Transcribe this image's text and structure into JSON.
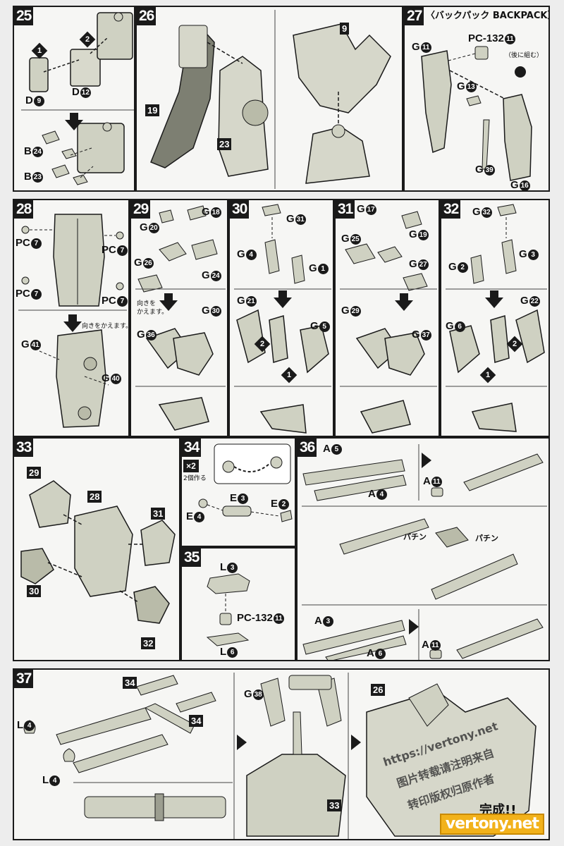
{
  "step25": {
    "num": "25",
    "d9": "D",
    "d9n": "9",
    "d12": "D",
    "d12n": "12",
    "b24": "B",
    "b24n": "24",
    "b23": "B",
    "b23n": "23",
    "o1": "1",
    "o2": "2"
  },
  "step26": {
    "num": "26",
    "r19": "19",
    "r23": "23",
    "r9": "9"
  },
  "step27": {
    "num": "27",
    "header": "〈バックパック BACKPACK〉",
    "g11": "G",
    "g11n": "11",
    "pc": "PC-132",
    "pcn": "11",
    "note": "（後に組む）",
    "g13": "G",
    "g13n": "13",
    "g39": "G",
    "g39n": "39",
    "g16": "G",
    "g16n": "16"
  },
  "step28": {
    "num": "28",
    "pc": "PC",
    "pcn": "7",
    "note": "向きをかえます。",
    "g41": "G",
    "g41n": "41",
    "g40": "G",
    "g40n": "40"
  },
  "step29": {
    "num": "29",
    "g18": "G",
    "g18n": "18",
    "g20": "G",
    "g20n": "20",
    "g26": "G",
    "g26n": "26",
    "g24": "G",
    "g24n": "24",
    "g30": "G",
    "g30n": "30",
    "note1": "向きを",
    "note2": "かえます。",
    "g36": "G",
    "g36n": "36"
  },
  "step30": {
    "num": "30",
    "g31": "G",
    "g31n": "31",
    "g4": "G",
    "g4n": "4",
    "g1": "G",
    "g1n": "1",
    "g21": "G",
    "g21n": "21",
    "g5": "G",
    "g5n": "5",
    "o1": "1",
    "o2": "2"
  },
  "step31": {
    "num": "31",
    "g17": "G",
    "g17n": "17",
    "g19": "G",
    "g19n": "19",
    "g25": "G",
    "g25n": "25",
    "g27": "G",
    "g27n": "27",
    "g29": "G",
    "g29n": "29",
    "g37": "G",
    "g37n": "37"
  },
  "step32": {
    "num": "32",
    "g32": "G",
    "g32n": "32",
    "g2": "G",
    "g2n": "2",
    "g3": "G",
    "g3n": "3",
    "g22": "G",
    "g22n": "22",
    "g6": "G",
    "g6n": "6",
    "o1": "1",
    "o2": "2"
  },
  "step33": {
    "num": "33",
    "r29": "29",
    "r28": "28",
    "r31": "31",
    "r30": "30",
    "r32": "32"
  },
  "step34": {
    "num": "34",
    "x2": "×2",
    "note": "2個作る",
    "e3": "E",
    "e3n": "3",
    "e4": "E",
    "e4n": "4",
    "e2": "E",
    "e2n": "2"
  },
  "step35": {
    "num": "35",
    "l3": "L",
    "l3n": "3",
    "pc": "PC-132",
    "pcn": "11",
    "l6": "L",
    "l6n": "6"
  },
  "step36": {
    "num": "36",
    "a5": "A",
    "a5n": "5",
    "a4": "A",
    "a4n": "4",
    "a11": "A",
    "a11n": "11",
    "snap1": "パチン",
    "snap2": "パチン",
    "a3": "A",
    "a3n": "3",
    "a6": "A",
    "a6n": "6"
  },
  "step37": {
    "num": "37",
    "r34a": "34",
    "r34b": "34",
    "l4": "L",
    "l4n": "4",
    "g38": "G",
    "g38n": "38",
    "r33": "33",
    "r26": "26",
    "done": "完成!!",
    "wm1": "https://vertony.net",
    "wm2": "图片转载请注明来自",
    "wm3": "转印版权归原作者",
    "logo": "vertony.net"
  },
  "colors": {
    "ink": "#1a1a1a",
    "paper": "#f6f6f4",
    "part": "#cfd1c2",
    "partDark": "#a9ab9a",
    "logo": "#f2b21b"
  }
}
